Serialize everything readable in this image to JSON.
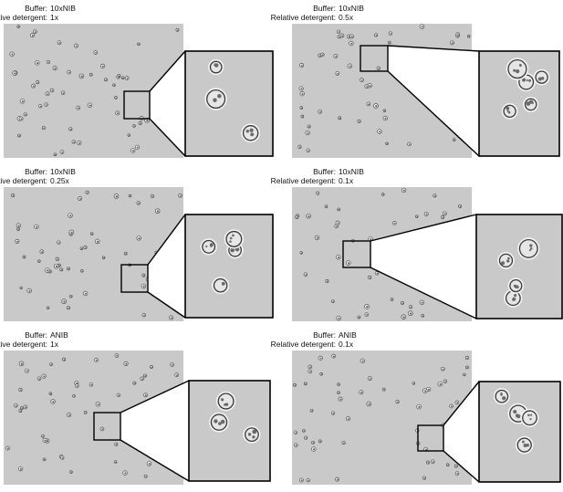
{
  "panels": [
    {
      "buffer_key": "Buffer:",
      "buffer": "10xNIB",
      "det_key": "Relative detergent:",
      "det": "1x"
    },
    {
      "buffer_key": "Buffer:",
      "buffer": "10xNIB",
      "det_key": "Relative detergent:",
      "det": "0.5x"
    },
    {
      "buffer_key": "Buffer:",
      "buffer": "10xNIB",
      "det_key": "Relative detergent:",
      "det": "0.25x"
    },
    {
      "buffer_key": "Buffer:",
      "buffer": "10xNIB",
      "det_key": "Relative detergent:",
      "det": "0.1x"
    },
    {
      "buffer_key": "Buffer:",
      "buffer": "ANIB",
      "det_key": "Relative detergent:",
      "det": "1x"
    },
    {
      "buffer_key": "Buffer:",
      "buffer": "ANIB",
      "det_key": "Relative detergent:",
      "det": "0.1x"
    }
  ],
  "colors": {
    "background": "#c9c9c9",
    "frame": "#000000",
    "nucleus_fill": "#e6e6e6",
    "nucleus_edge": "#3a3a3a"
  }
}
